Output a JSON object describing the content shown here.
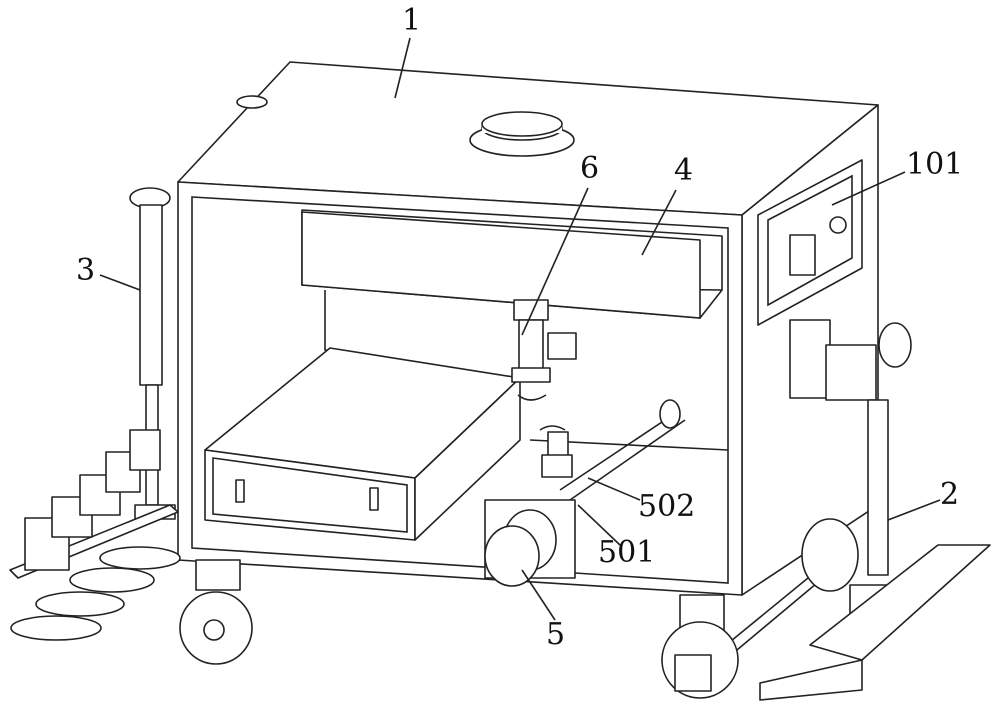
{
  "labels": {
    "tank": "1",
    "control_panel": "101",
    "pipe_valve": "6",
    "upper_box": "4",
    "lift_column": "3",
    "scraper": "2",
    "pump_pipe": "502",
    "pump_mount": "501",
    "pump_motor": "5"
  }
}
